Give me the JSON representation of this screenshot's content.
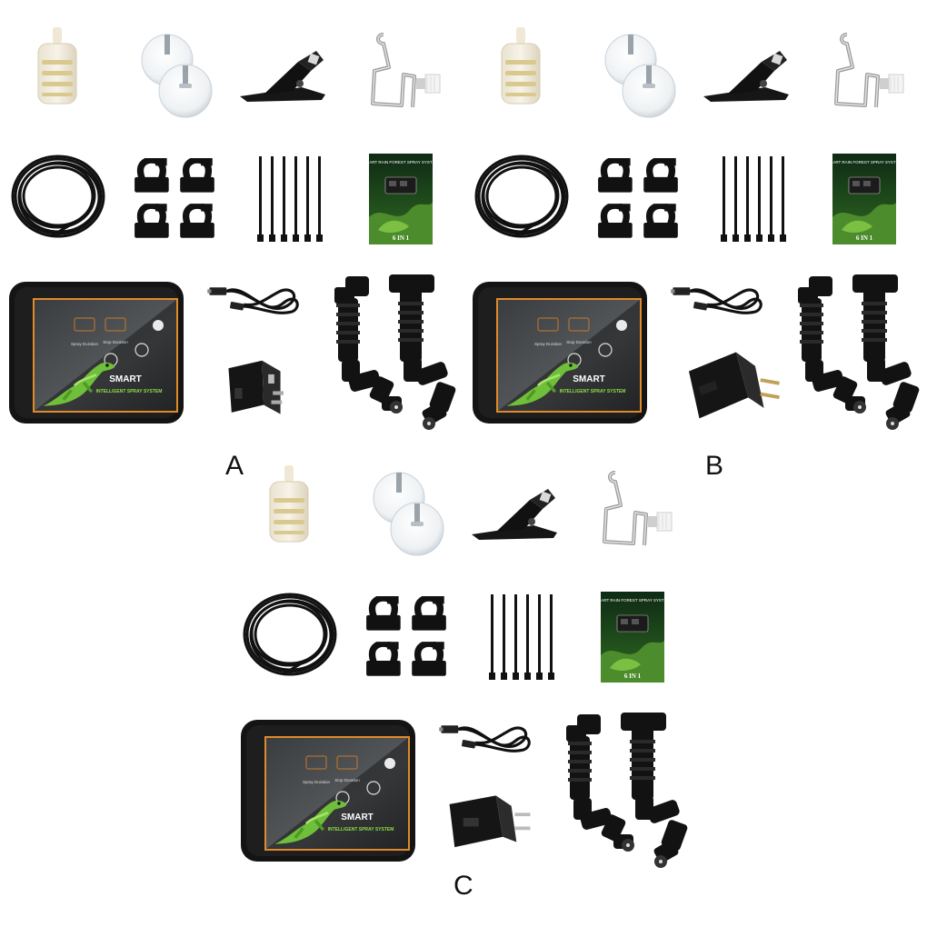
{
  "kits": [
    {
      "label": "A",
      "plug": "uk",
      "controller": {
        "brand": "SMART",
        "subtitle": "INTELLIGENT SPRAY SYSTEM",
        "label_left": "Spray Duration",
        "label_right": "Stop Duration"
      },
      "manual": {
        "title": "SMART RAIN FOREST SPRAY SYSTEM",
        "badge": "6 IN 1"
      }
    },
    {
      "label": "B",
      "plug": "eu",
      "controller": {
        "brand": "SMART",
        "subtitle": "INTELLIGENT SPRAY SYSTEM",
        "label_left": "Spray Duration",
        "label_right": "Stop Duration"
      },
      "manual": {
        "title": "SMART RAIN FOREST SPRAY SYSTEM",
        "badge": "6 IN 1"
      }
    },
    {
      "label": "C",
      "plug": "us",
      "controller": {
        "brand": "SMART",
        "subtitle": "INTELLIGENT SPRAY SYSTEM",
        "label_left": "Spray Duration",
        "label_right": "Stop Duration"
      },
      "manual": {
        "title": "SMART RAIN FOREST SPRAY SYSTEM",
        "badge": "6 IN 1"
      }
    }
  ],
  "colors": {
    "background": "#ffffff",
    "accent_orange": "#e08a2a",
    "lizard_green": "#6fbf3a",
    "black_parts": "#121212"
  }
}
